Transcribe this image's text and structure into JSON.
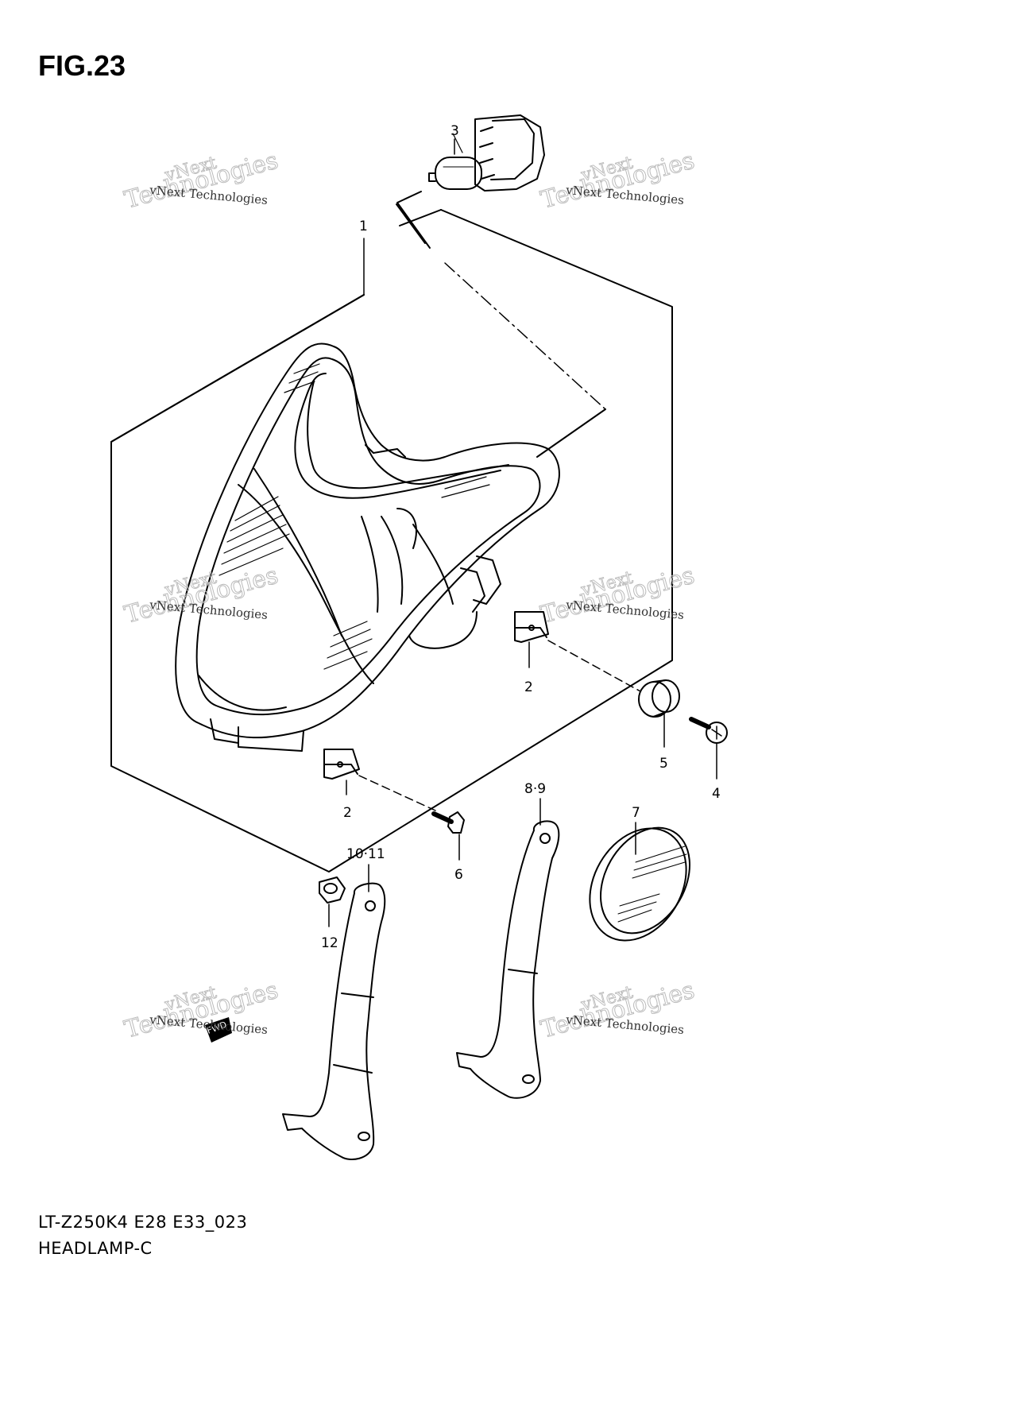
{
  "figure": {
    "title": "FIG.23"
  },
  "caption": {
    "model": "LT-Z250K4 E28 E33_023",
    "name": "HEADLAMP-C"
  },
  "watermark": {
    "small": "vNext Technologies",
    "line1": "vNext",
    "line2": "Technologies"
  },
  "fwd_mark": "FWD",
  "callouts": [
    "1",
    "2",
    "2",
    "3",
    "4",
    "5",
    "6",
    "7",
    "8·9",
    "10·11",
    "12"
  ]
}
